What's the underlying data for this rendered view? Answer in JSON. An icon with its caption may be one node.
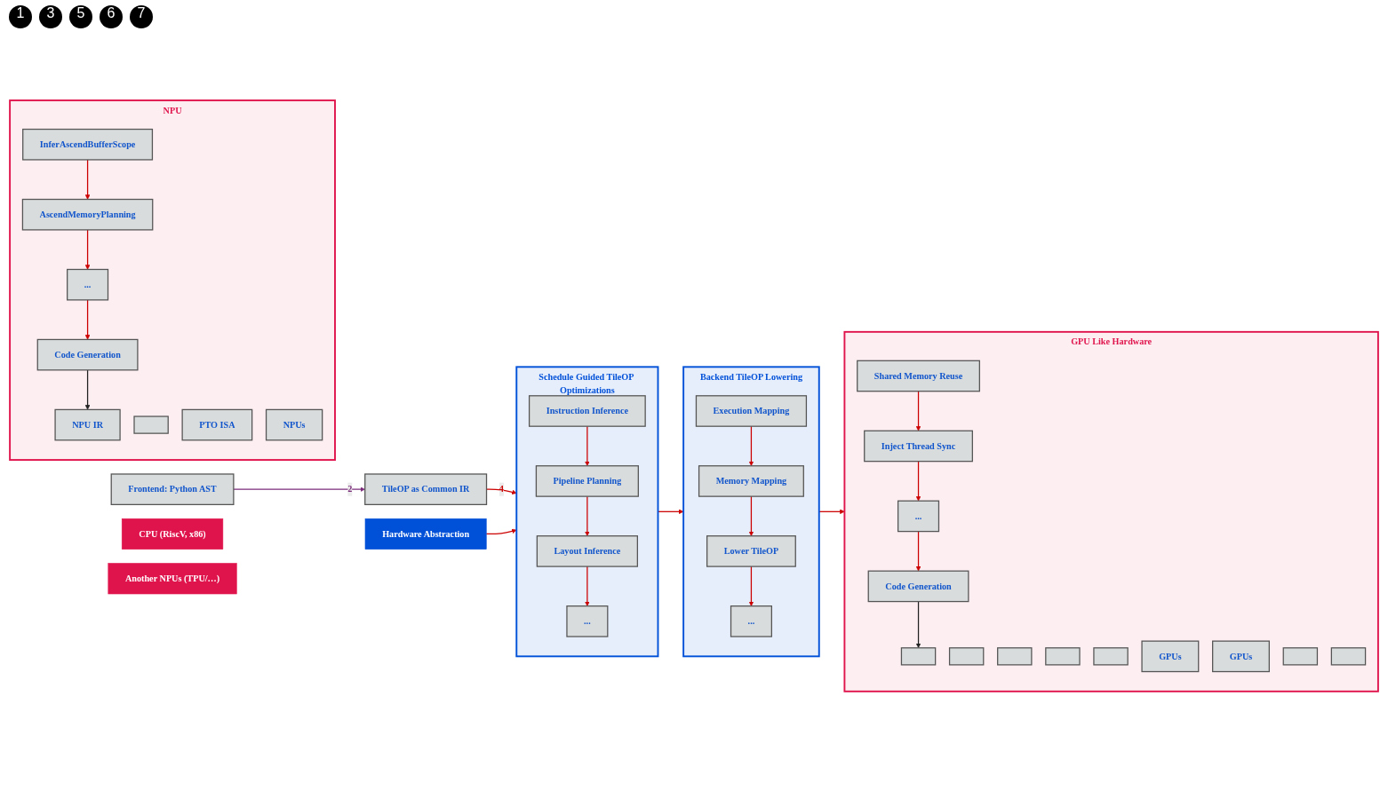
{
  "diagram": {
    "nodes": [
      {
        "text": [
          "Frontend: Python AST"
        ]
      },
      {
        "text": [
          "TileOP as Common IR"
        ]
      },
      {
        "text": [
          "Schedule Guided TileOP Optimizations"
        ]
      },
      {
        "text": [
          "Instruction Inference"
        ],
        "in": 2
      },
      {
        "text": [
          "Pipeline Planning"
        ],
        "in": 2
      },
      {
        "text": [
          "Layout Inference"
        ],
        "in": 2
      },
      {
        "text": [
          "..."
        ],
        "in": 2
      },
      {
        "text": [
          "Hardware Abstraction"
        ]
      },
      {
        "text": [
          "Backend TileOP Lowering"
        ]
      },
      {
        "text": [
          "Execution Mapping"
        ],
        "in": 8
      },
      {
        "text": [
          "Memory Mapping"
        ],
        "in": 8
      },
      {
        "text": [
          "Lower TileOP"
        ],
        "in": 8
      },
      {
        "text": [
          "..."
        ],
        "in": 8
      },
      {
        "text": [
          "GPU Like Hardware"
        ]
      },
      {
        "text": [
          "Shared Memory Reuse"
        ],
        "in": 13
      },
      {
        "text": [
          "Inject Thread Sync"
        ],
        "in": 13
      },
      {
        "text": [
          "..."
        ],
        "in": 13
      },
      {
        "text": [
          "Code Generation"
        ],
        "in": 13
      },
      {
        "text": [],
        "shape": "box",
        "in": 13
      },
      {
        "text": [],
        "shape": "box",
        "in": 13
      },
      {
        "text": [],
        "shape": "box",
        "in": 13
      },
      {
        "text": [],
        "shape": "box",
        "in": 13
      },
      {
        "text": [],
        "shape": "box",
        "in": 13
      },
      {
        "text": [
          "GPUs"
        ],
        "in": 13
      },
      {
        "text": [
          "GPUs"
        ],
        "in": 13
      },
      {
        "text": [],
        "shape": "box",
        "in": 13
      },
      {
        "text": [],
        "shape": "box",
        "in": 13
      },
      {
        "text": [
          "NPU"
        ]
      },
      {
        "text": [
          "InferAscendBufferScope"
        ],
        "in": 27
      },
      {
        "text": [
          "AscendMemoryPlanning"
        ],
        "in": 27
      },
      {
        "text": [
          "..."
        ],
        "in": 27
      },
      {
        "text": [
          "Code Generation"
        ],
        "in": 27
      },
      {
        "text": [],
        "shape": "box",
        "in": 27
      },
      {
        "text": [
          "NPU IR"
        ],
        "in": 27
      },
      {
        "text": [
          "PTO ISA"
        ],
        "in": 27
      },
      {
        "text": [
          "NPUs"
        ],
        "in": 27
      },
      {
        "text": [
          "CPU (RiscV, x86)"
        ]
      },
      {
        "text": [
          "Another NPUs (TPU/…)"
        ]
      }
    ],
    "edges": [
      {
        "from": 0,
        "to": 1,
        "arrow": "to",
        "label": "2",
        "color": "#7b2d7b"
      },
      {
        "from": 1,
        "to": 2,
        "arrow": "to",
        "label": "4"
      },
      {
        "from": 7,
        "to": 2,
        "arrow": "to"
      },
      {
        "from": 3,
        "to": 4,
        "arrow": "to"
      },
      {
        "from": 4,
        "to": 5,
        "arrow": "to"
      },
      {
        "from": 5,
        "to": 6,
        "arrow": "to"
      },
      {
        "from": 2,
        "to": 8,
        "arrow": "to"
      },
      {
        "from": 9,
        "to": 10,
        "arrow": "to"
      },
      {
        "from": 10,
        "to": 11,
        "arrow": "to"
      },
      {
        "from": 11,
        "to": 12,
        "arrow": "to"
      },
      {
        "from": 8,
        "to": 13,
        "arrow": "to"
      },
      {
        "from": 14,
        "to": 15,
        "arrow": "to"
      },
      {
        "from": 15,
        "to": 16,
        "arrow": "to"
      },
      {
        "from": 16,
        "to": 17,
        "arrow": "to"
      },
      {
        "from": 17,
        "to": 20,
        "arrow": "to",
        "color": "#222222"
      },
      {
        "from": 28,
        "to": 29,
        "arrow": "to"
      },
      {
        "from": 29,
        "to": 30,
        "arrow": "to"
      },
      {
        "from": 30,
        "to": 31,
        "arrow": "to"
      },
      {
        "from": 31,
        "to": 33,
        "arrow": "to",
        "color": "#222222"
      }
    ],
    "labels": [
      "1",
      "3",
      "5",
      "6",
      "7"
    ]
  }
}
